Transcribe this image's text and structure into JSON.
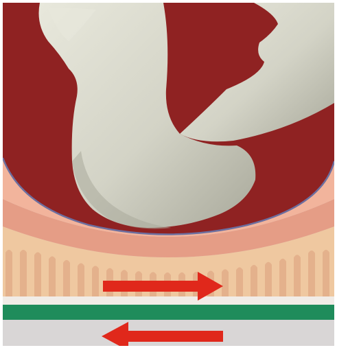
{
  "figure": {
    "subject": "bone-on-soft-tissue-shear-illustration",
    "colors": {
      "cavity": "#8f2222",
      "bone": "#d3d3c6",
      "bone_shadow": "#a9a99b",
      "bone_highlight": "#e8e8dc",
      "membrane": "#6c6fa0",
      "outer_band": "#e69a82",
      "inner_band": "#f2b49c",
      "ridge_layer": "#efc8a0",
      "ridge_teeth": "#e0aa86",
      "surface": "#f1ece7",
      "ground_line": "#1f8c5b",
      "base": "#d9d6d6",
      "arrow": "#e0281b",
      "frame": "#ffffff"
    },
    "arrows": [
      {
        "id": "upper",
        "direction": "right"
      },
      {
        "id": "lower",
        "direction": "left"
      }
    ]
  }
}
